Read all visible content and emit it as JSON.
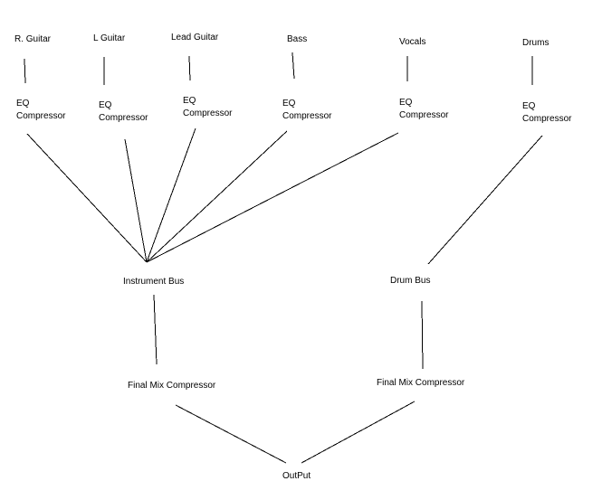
{
  "sources": [
    {
      "name": "R. Guitar",
      "processor": [
        "EQ",
        "Compressor"
      ]
    },
    {
      "name": "L Guitar",
      "processor": [
        "EQ",
        "Compressor"
      ]
    },
    {
      "name": "Lead Guitar",
      "processor": [
        "EQ",
        "Compressor"
      ]
    },
    {
      "name": "Bass",
      "processor": [
        "EQ",
        "Compressor"
      ]
    },
    {
      "name": "Vocals",
      "processor": [
        "EQ",
        "Compressor"
      ]
    },
    {
      "name": "Drums",
      "processor": [
        "EQ",
        "Compressor"
      ]
    }
  ],
  "buses": {
    "instrument": "Instrument Bus",
    "drum": "Drum Bus"
  },
  "final_mix": {
    "instrument": "Final Mix Compressor",
    "drum": "Final Mix Compressor"
  },
  "output": "OutPut"
}
